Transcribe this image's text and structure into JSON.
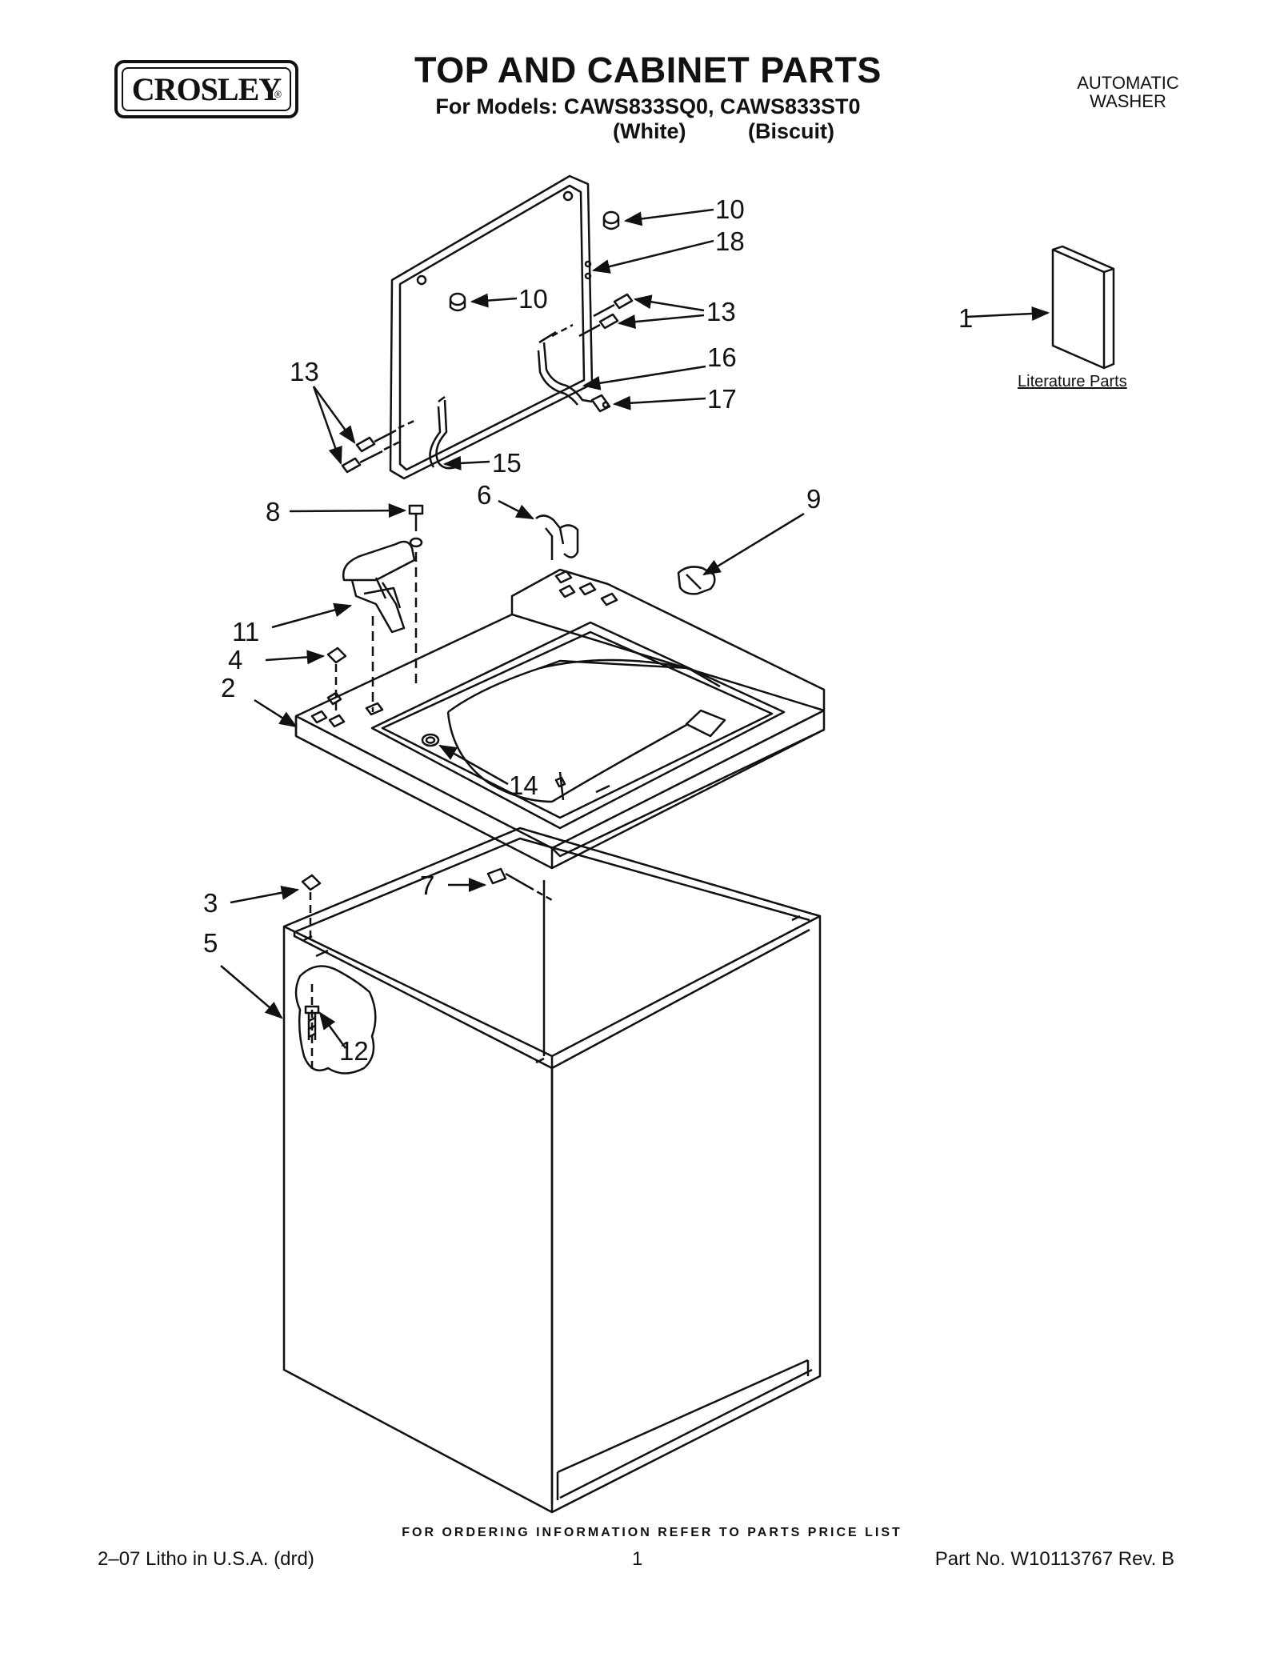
{
  "header": {
    "brand": "CROSLEY",
    "brand_mark": "®",
    "title": "TOP AND CABINET PARTS",
    "subtitle": "For Models: CAWS833SQ0, CAWS833ST0",
    "variant_white": "(White)",
    "variant_biscuit": "(Biscuit)",
    "product_type_line1": "AUTOMATIC",
    "product_type_line2": "WASHER"
  },
  "literature_label": "Literature Parts",
  "callouts": {
    "c1": "1",
    "c2": "2",
    "c3": "3",
    "c4": "4",
    "c5": "5",
    "c6": "6",
    "c7": "7",
    "c8": "8",
    "c9": "9",
    "c10a": "10",
    "c10b": "10",
    "c11": "11",
    "c12": "12",
    "c13a": "13",
    "c13b": "13",
    "c14": "14",
    "c15": "15",
    "c16": "16",
    "c17": "17",
    "c18": "18"
  },
  "footer": {
    "ordering_note": "FOR ORDERING INFORMATION REFER TO PARTS PRICE LIST",
    "litho": "2–07 Litho in U.S.A. (drd)",
    "page": "1",
    "part_no": "Part No. W10113767 Rev. B"
  },
  "colors": {
    "ink": "#111111",
    "paper": "#ffffff",
    "shade": "#cfcfcf"
  }
}
